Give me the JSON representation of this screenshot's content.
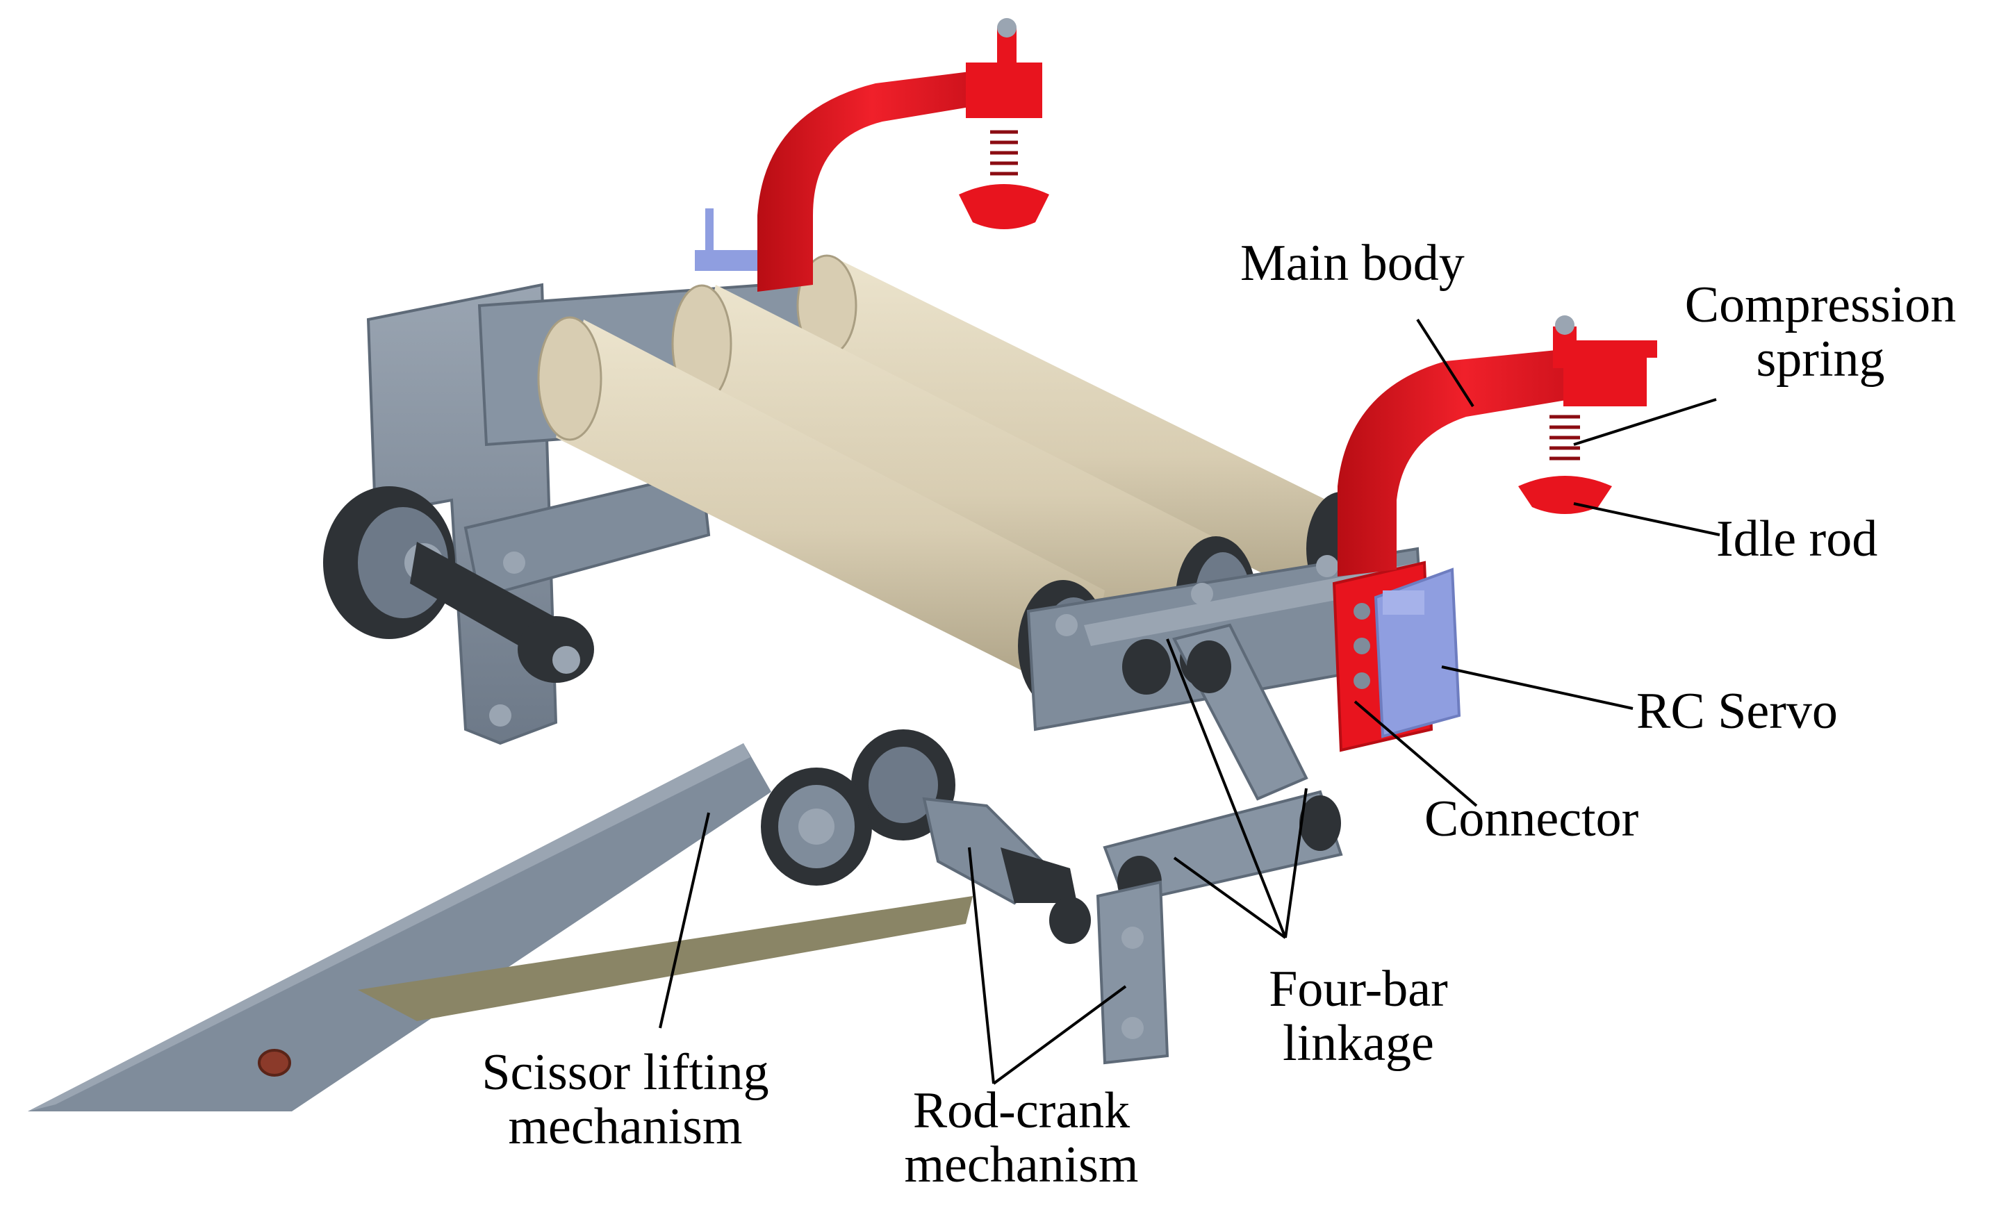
{
  "labels": {
    "main_body": "Main body",
    "compression_spring_l1": "Compression",
    "compression_spring_l2": "spring",
    "idle_rod": "Idle rod",
    "rc_servo": "RC Servo",
    "connector": "Connector",
    "four_bar_l1": "Four-bar",
    "four_bar_l2": "linkage",
    "scissor_l1": "Scissor lifting",
    "scissor_l2": "mechanism",
    "rod_crank_l1": "Rod-crank",
    "rod_crank_l2": "mechanism"
  },
  "colors": {
    "frame_steel": "#7f8c9b",
    "frame_steel_dark": "#5e6a78",
    "frame_steel_light": "#9aa5b2",
    "roller": "#d8cdb2",
    "roller_shade": "#b8ad90",
    "idle_arm_red": "#e8141e",
    "idle_arm_red_dark": "#b80d14",
    "servo_blue": "#8f9ee0",
    "bearing_dark": "#2e3236",
    "sheet_olive": "#8a8566",
    "leader_line": "#000000"
  }
}
